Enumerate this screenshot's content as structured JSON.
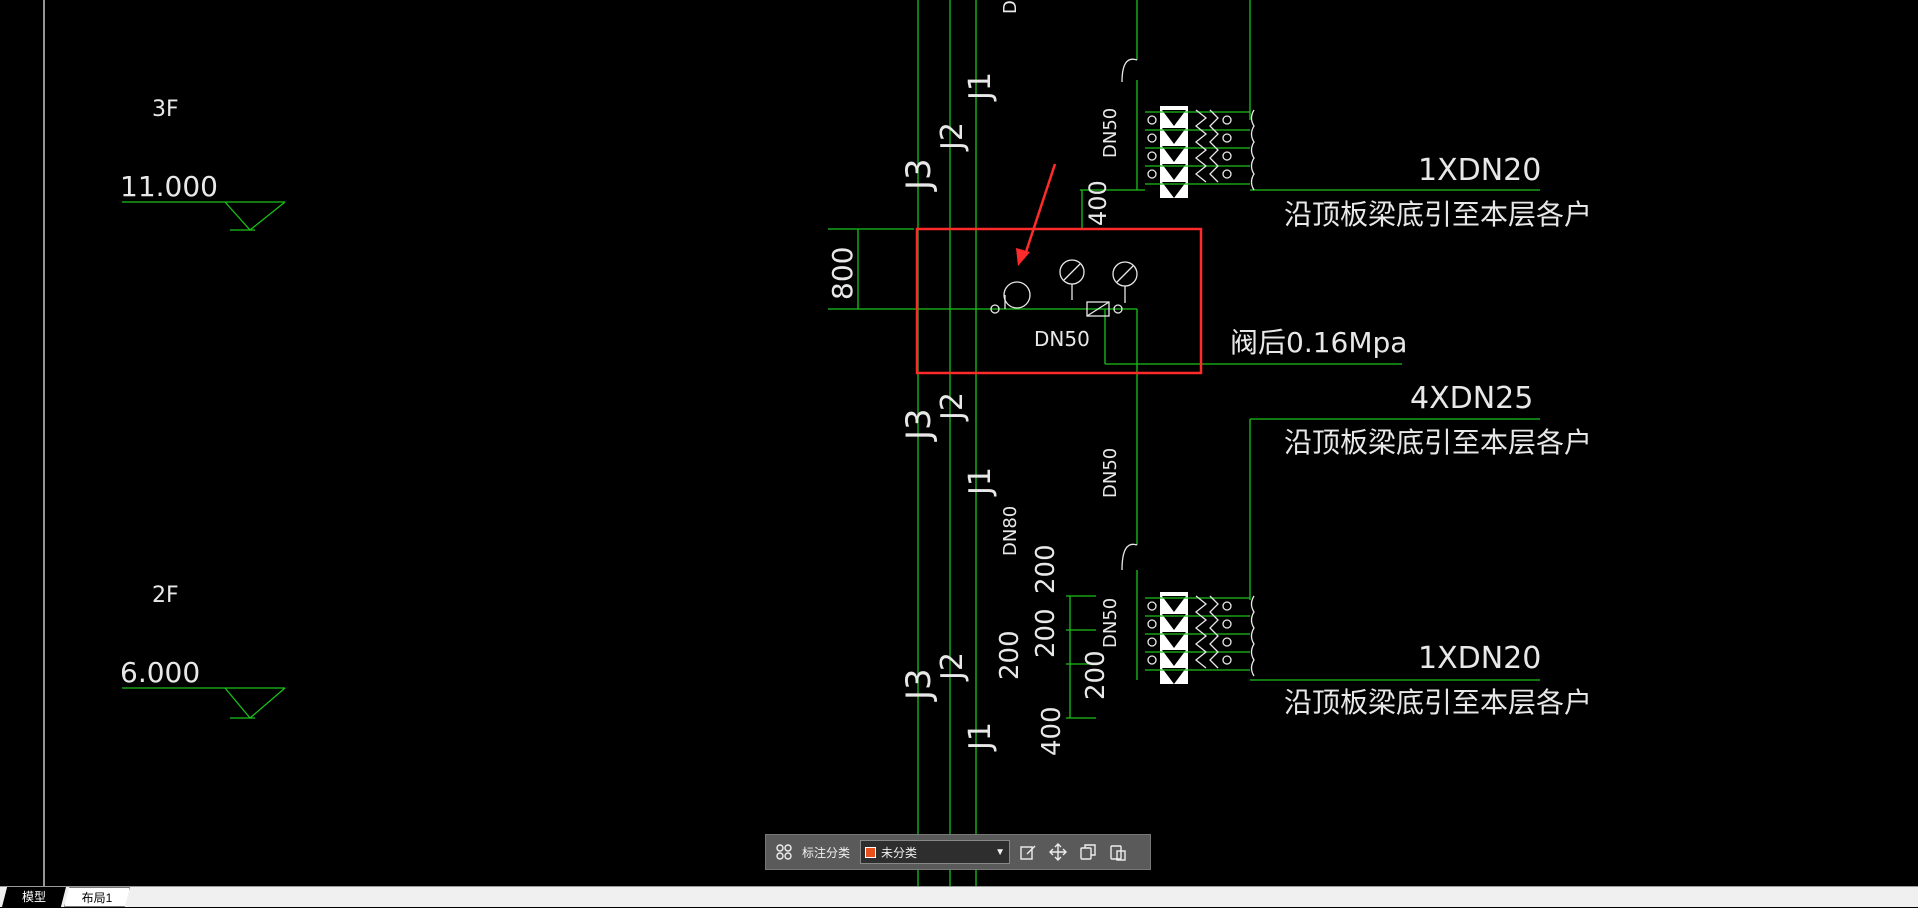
{
  "drawing": {
    "floors": [
      {
        "label": "3F",
        "elevation": "11.000"
      },
      {
        "label": "2F",
        "elevation": "6.000"
      }
    ],
    "risers": [
      "J3",
      "J2",
      "J1"
    ],
    "pipe_sizes": {
      "top_dn": "DN",
      "dn50": "DN50",
      "dn80": "DN80"
    },
    "dimensions": {
      "d800": "800",
      "d400": "400",
      "d200": "200"
    },
    "annotations": {
      "valve_pressure": "阀后0.16Mpa",
      "branch_1xdn20": "1XDN20",
      "branch_4xdn25": "4XDN25",
      "route_note": "沿顶板梁底引至本层各户"
    },
    "highlight_color": "#ff2a2a",
    "pipe_color": "#19c219"
  },
  "toolbar": {
    "grid_icon": "grid-icon",
    "category_label": "标注分类",
    "category_value": "未分类",
    "edit_icon": "edit-icon",
    "move_icon": "move-icon",
    "copy_icon": "copy-icon",
    "paste_icon": "paste-icon"
  },
  "tabs": [
    {
      "label": "模型"
    },
    {
      "label": "布局1"
    }
  ]
}
